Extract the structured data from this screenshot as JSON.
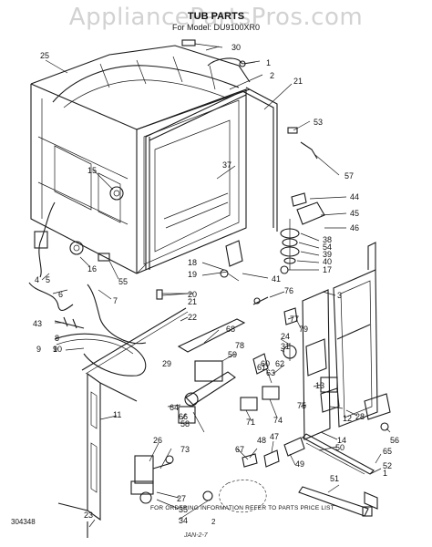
{
  "watermark": "AppliancePartsPros.com",
  "header": {
    "title": "TUB PARTS",
    "model": "For Model: DU9100XR0"
  },
  "footer": {
    "note": "FOR ORDERING INFORMATION REFER TO PARTS PRICE LIST",
    "code": "304348",
    "page": "2",
    "stamp": "JAN-2-7"
  },
  "callouts": [
    {
      "label": "30"
    },
    {
      "label": "1"
    },
    {
      "label": "2"
    },
    {
      "label": "25"
    },
    {
      "label": "21"
    },
    {
      "label": "53"
    },
    {
      "label": "57"
    },
    {
      "label": "15"
    },
    {
      "label": "37"
    },
    {
      "label": "44"
    },
    {
      "label": "45"
    },
    {
      "label": "46"
    },
    {
      "label": "38"
    },
    {
      "label": "54"
    },
    {
      "label": "39"
    },
    {
      "label": "40"
    },
    {
      "label": "17"
    },
    {
      "label": "18"
    },
    {
      "label": "19"
    },
    {
      "label": "41"
    },
    {
      "label": "4"
    },
    {
      "label": "5"
    },
    {
      "label": "6"
    },
    {
      "label": "16"
    },
    {
      "label": "55"
    },
    {
      "label": "7"
    },
    {
      "label": "20"
    },
    {
      "label": "21"
    },
    {
      "label": "76"
    },
    {
      "label": "3"
    },
    {
      "label": "22"
    },
    {
      "label": "77"
    },
    {
      "label": "79"
    },
    {
      "label": "43"
    },
    {
      "label": "9"
    },
    {
      "label": "68"
    },
    {
      "label": "8"
    },
    {
      "label": "9"
    },
    {
      "label": "10"
    },
    {
      "label": "29"
    },
    {
      "label": "78"
    },
    {
      "label": "59"
    },
    {
      "label": "24"
    },
    {
      "label": "31"
    },
    {
      "label": "62"
    },
    {
      "label": "61"
    },
    {
      "label": "60"
    },
    {
      "label": "63"
    },
    {
      "label": "13"
    },
    {
      "label": "11"
    },
    {
      "label": "64"
    },
    {
      "label": "66"
    },
    {
      "label": "58"
    },
    {
      "label": "71"
    },
    {
      "label": "74"
    },
    {
      "label": "75"
    },
    {
      "label": "12"
    },
    {
      "label": "28"
    },
    {
      "label": "14"
    },
    {
      "label": "56"
    },
    {
      "label": "26"
    },
    {
      "label": "73"
    },
    {
      "label": "67"
    },
    {
      "label": "48"
    },
    {
      "label": "47"
    },
    {
      "label": "50"
    },
    {
      "label": "65"
    },
    {
      "label": "27"
    },
    {
      "label": "49"
    },
    {
      "label": "52"
    },
    {
      "label": "35"
    },
    {
      "label": "34"
    },
    {
      "label": "51"
    },
    {
      "label": "23"
    },
    {
      "label": "1"
    }
  ]
}
